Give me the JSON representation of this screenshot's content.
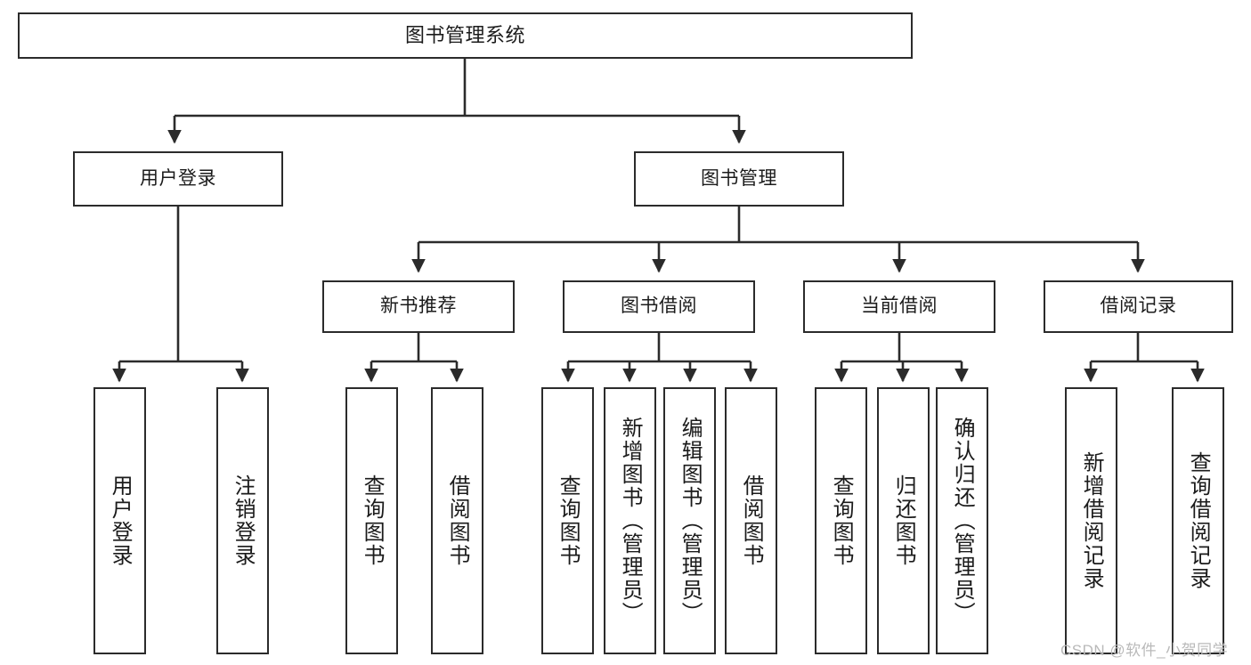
{
  "diagram": {
    "title": "图书管理系统",
    "type": "tree-hierarchy-diagram",
    "background_color": "#ffffff",
    "line_color": "#2b2b2b",
    "box_fill": "#ffffff",
    "nodes": {
      "root": {
        "label": "图书管理系统"
      },
      "level2": [
        {
          "id": "user-login",
          "label": "用户登录"
        },
        {
          "id": "book-management",
          "label": "图书管理"
        }
      ],
      "level3": [
        {
          "id": "new-book-recommend",
          "label": "新书推荐"
        },
        {
          "id": "book-borrow",
          "label": "图书借阅"
        },
        {
          "id": "current-borrow",
          "label": "当前借阅"
        },
        {
          "id": "borrow-record",
          "label": "借阅记录"
        }
      ],
      "leaves": {
        "user-login": [
          {
            "id": "leaf-user-login",
            "label": "用户登录"
          },
          {
            "id": "leaf-logout",
            "label": "注销登录"
          }
        ],
        "new-book-recommend": [
          {
            "id": "leaf-query-book-1",
            "label": "查询图书"
          },
          {
            "id": "leaf-borrow-book-1",
            "label": "借阅图书"
          }
        ],
        "book-borrow": [
          {
            "id": "leaf-query-book-2",
            "label": "查询图书"
          },
          {
            "id": "leaf-add-book",
            "label": "新增图书（管理员）"
          },
          {
            "id": "leaf-edit-book",
            "label": "编辑图书（管理员）"
          },
          {
            "id": "leaf-borrow-book-2",
            "label": "借阅图书"
          }
        ],
        "current-borrow": [
          {
            "id": "leaf-query-book-3",
            "label": "查询图书"
          },
          {
            "id": "leaf-return-book",
            "label": "归还图书"
          },
          {
            "id": "leaf-confirm-return",
            "label": "确认归还（管理员）"
          }
        ],
        "borrow-record": [
          {
            "id": "leaf-add-record",
            "label": "新增借阅记录"
          },
          {
            "id": "leaf-query-record",
            "label": "查询借阅记录"
          }
        ]
      }
    }
  },
  "watermark": {
    "text": "CSDN @软件_小贺同学"
  }
}
